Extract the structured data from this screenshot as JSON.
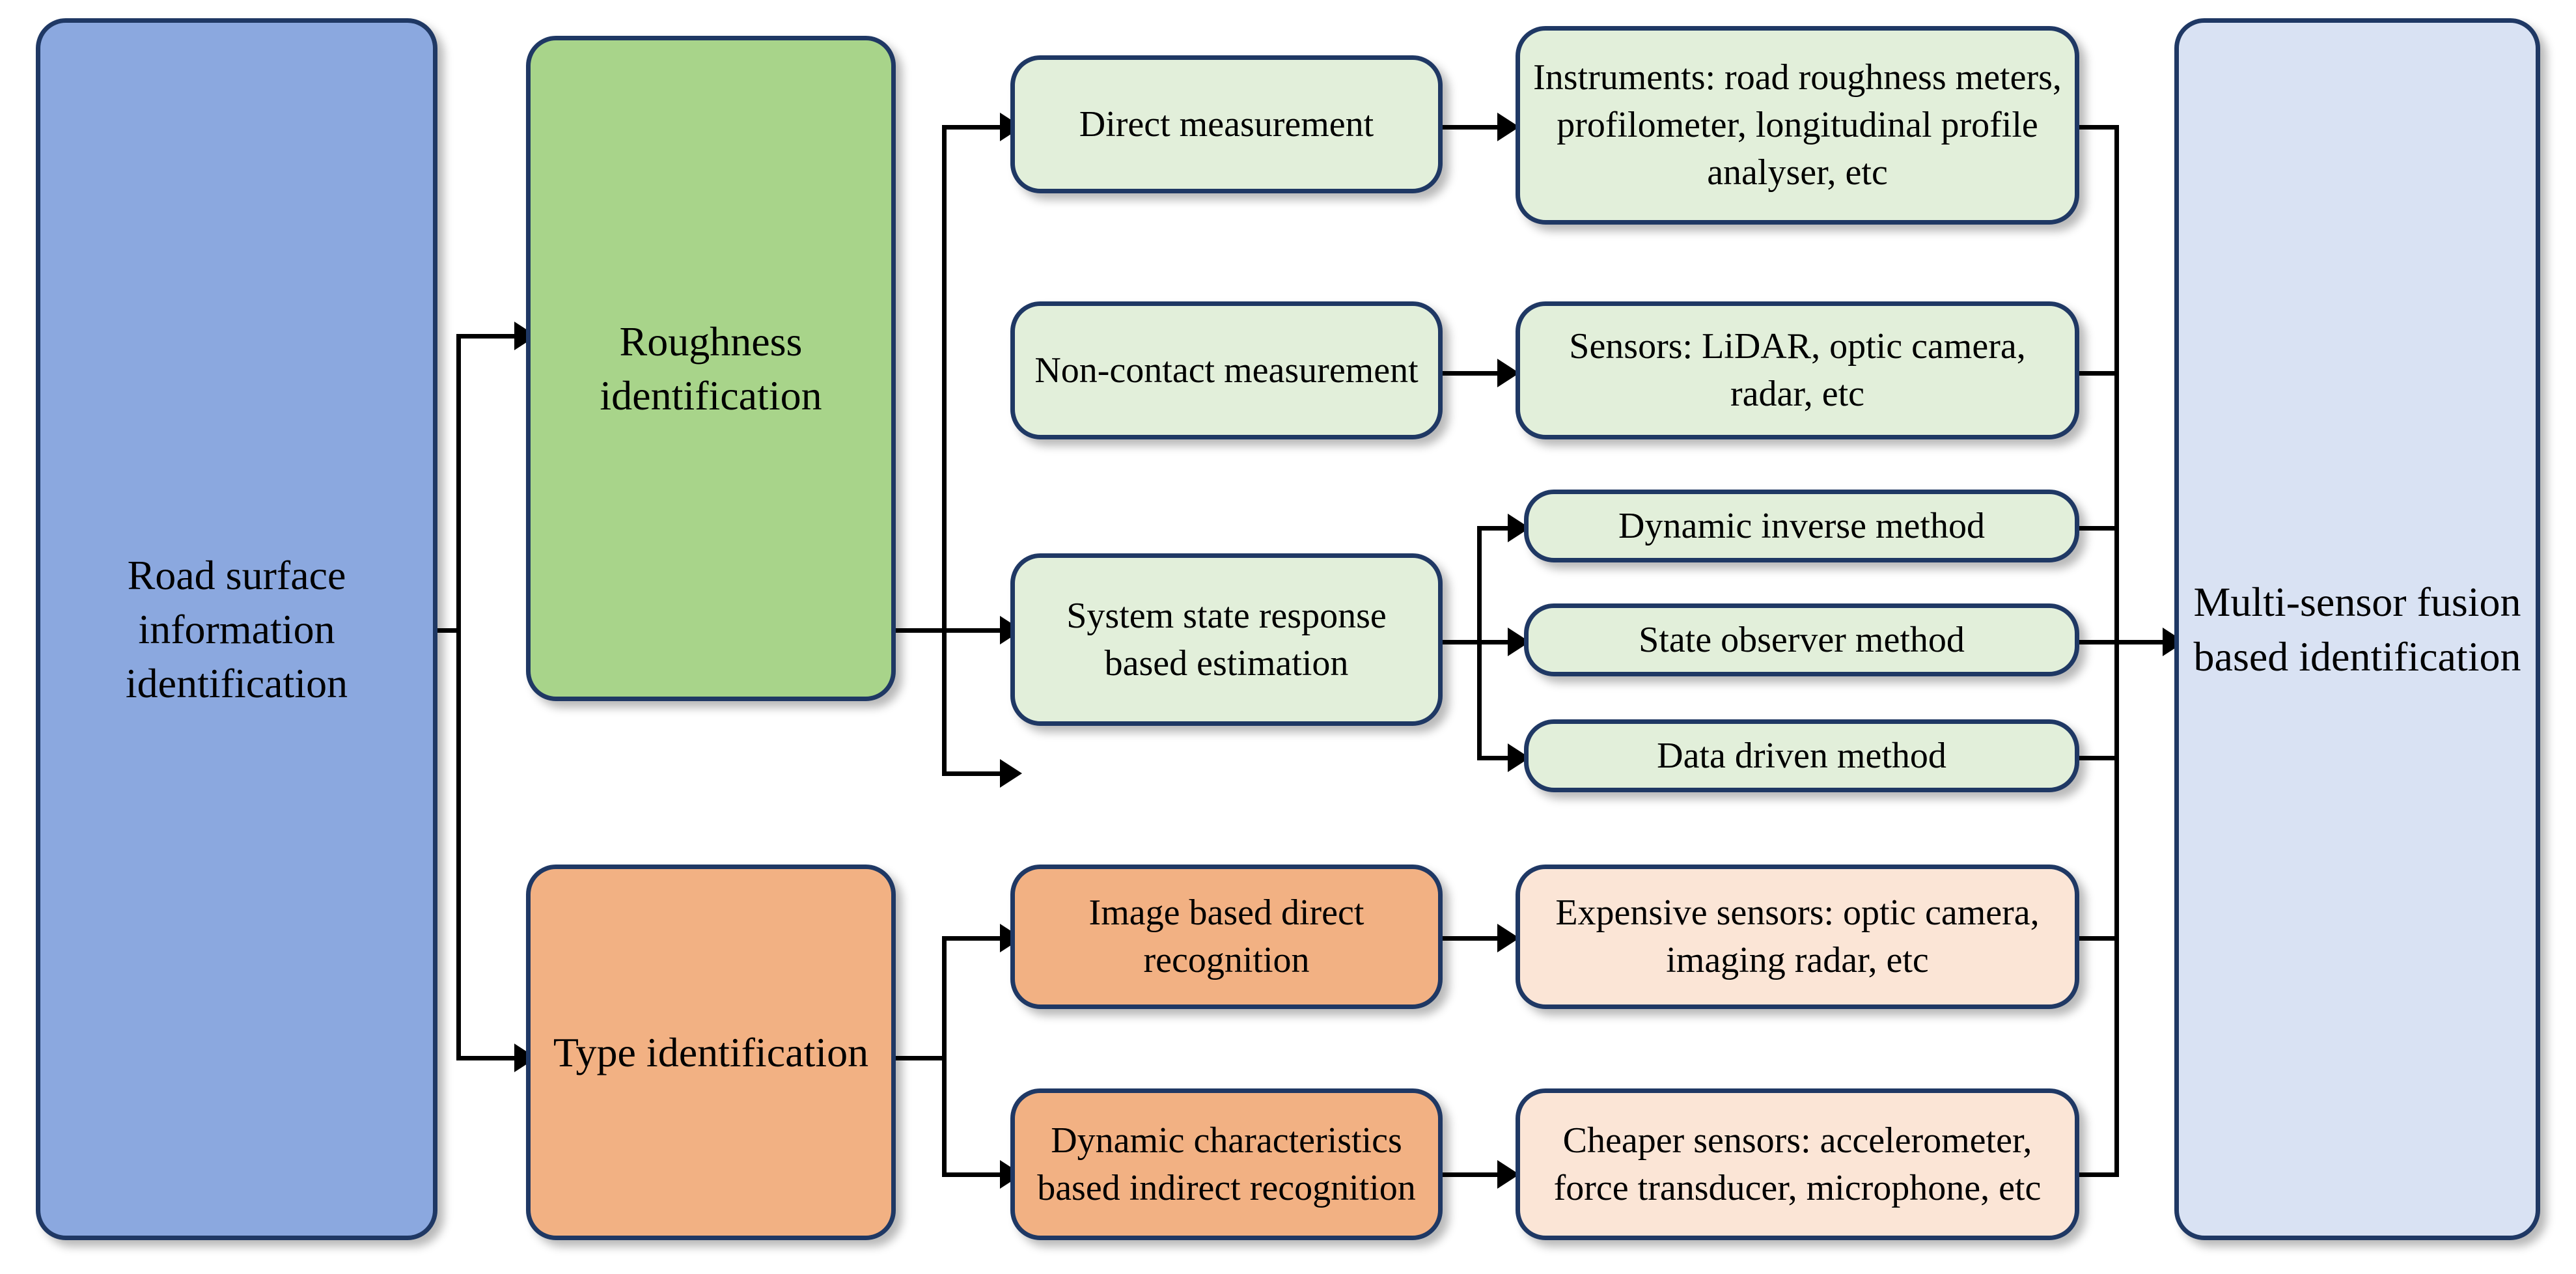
{
  "diagram": {
    "title": "Road surface information identification taxonomy",
    "colors": {
      "root_blue": "#8BA8DF",
      "roughness_green": "#A8D48A",
      "roughness_green_light": "#E2EFDA",
      "type_orange": "#F2B183",
      "type_orange_light": "#FBE5D6",
      "fusion_blue_light": "#D9E2F3",
      "border": "#1F3864",
      "connector": "#000000"
    },
    "nodes": {
      "root": "Road surface information identification",
      "roughness": "Roughness identification",
      "type": "Type identification",
      "fusion": "Multi-sensor fusion based identification",
      "direct_measurement": "Direct measurement",
      "instruments": "Instruments: road roughness meters, profilometer, longitudinal profile analyser, etc",
      "non_contact_measurement": "Non-contact measurement",
      "sensors": "Sensors: LiDAR, optic camera, radar, etc",
      "system_state": "System state response based estimation",
      "dynamic_inverse": "Dynamic inverse method",
      "state_observer": "State observer method",
      "data_driven": "Data driven method",
      "image_based": "Image based direct recognition",
      "expensive_sensors": "Expensive sensors: optic camera, imaging radar, etc",
      "dynamic_characteristics": "Dynamic characteristics based indirect recognition",
      "cheaper_sensors": "Cheaper sensors: accelerometer, force transducer, microphone, etc"
    }
  }
}
